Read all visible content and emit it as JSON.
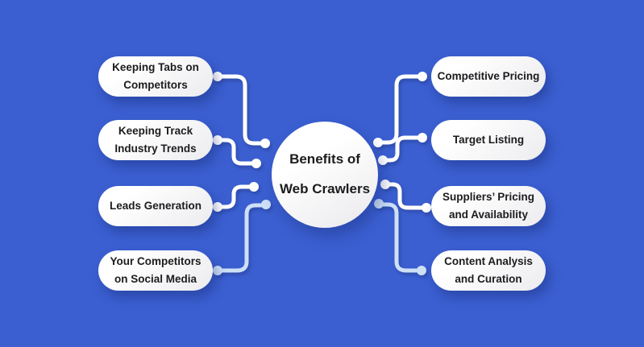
{
  "title": "Benefits of Web Crawlers",
  "colors": {
    "background": "#3b5fd1",
    "connector_white": "#ffffff",
    "connector_light_blue": "#cde0f6",
    "text": "#1c1c1e",
    "shape_fill": "#ffffff"
  },
  "center": {
    "line1": "Benefits of",
    "line2": "Web Crawlers"
  },
  "left_items": [
    {
      "line1": "Keeping Tabs on",
      "line2": "Competitors"
    },
    {
      "line1": "Keeping Track",
      "line2": "Industry Trends"
    },
    {
      "line1": "Leads Generation",
      "line2": ""
    },
    {
      "line1": "Your Competitors",
      "line2": "on Social Media"
    }
  ],
  "right_items": [
    {
      "line1": "Competitive Pricing",
      "line2": ""
    },
    {
      "line1": "Target Listing",
      "line2": ""
    },
    {
      "line1": "Suppliers’ Pricing",
      "line2": "and Availability"
    },
    {
      "line1": "Content Analysis",
      "line2": "and Curation"
    }
  ],
  "connectors": [
    {
      "id": "top-left",
      "color": "#ffffff"
    },
    {
      "id": "mid-upper-left",
      "color": "#ffffff"
    },
    {
      "id": "mid-lower-left",
      "color": "#ffffff"
    },
    {
      "id": "bottom-left",
      "color": "#cde0f6"
    },
    {
      "id": "top-right",
      "color": "#ffffff"
    },
    {
      "id": "mid-upper-right",
      "color": "#ffffff"
    },
    {
      "id": "mid-lower-right",
      "color": "#ffffff"
    },
    {
      "id": "bottom-right",
      "color": "#cde0f6"
    }
  ]
}
